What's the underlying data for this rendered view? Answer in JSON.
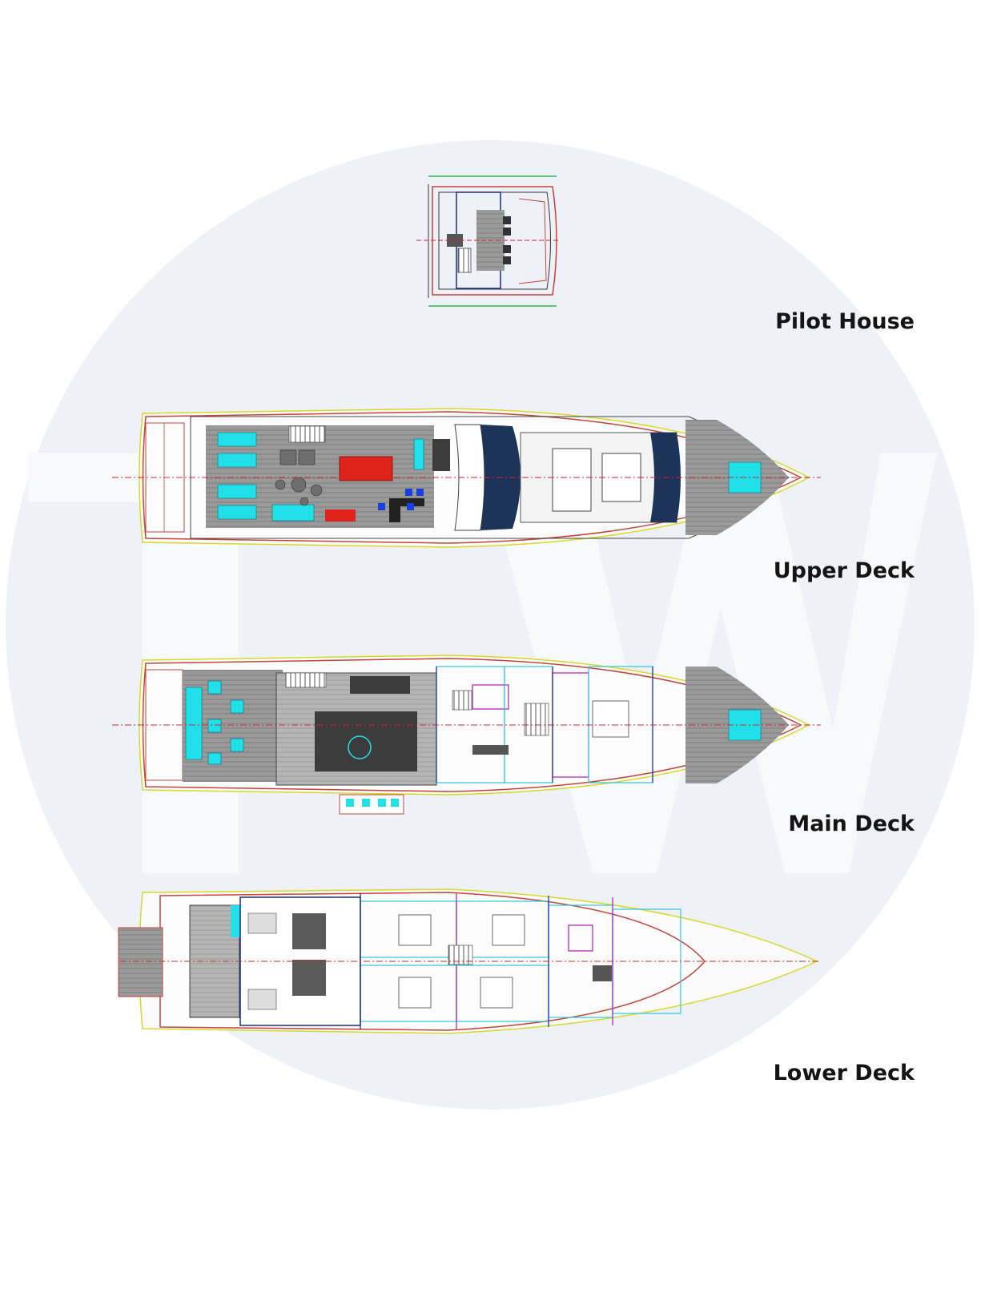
{
  "watermark": {
    "text": "TW",
    "circle_color": "#eef2f8"
  },
  "colors": {
    "hull_outline": "#c4453a",
    "hull_outer": "#d8d82a",
    "teak_deck": "#8f8f8f",
    "furniture": "#22e0ea",
    "dining_red": "#e0231a",
    "dark_fill": "#3c3c3c",
    "partition_magenta": "#b01ab8",
    "partition_navy": "#1c2a8a",
    "partition_cyan": "#2fc6e0",
    "centerline": "#c22a2a"
  },
  "decks": [
    {
      "id": "pilot",
      "label": "Pilot House"
    },
    {
      "id": "upper",
      "label": "Upper Deck"
    },
    {
      "id": "main",
      "label": "Main Deck"
    },
    {
      "id": "lower",
      "label": "Lower Deck"
    }
  ]
}
